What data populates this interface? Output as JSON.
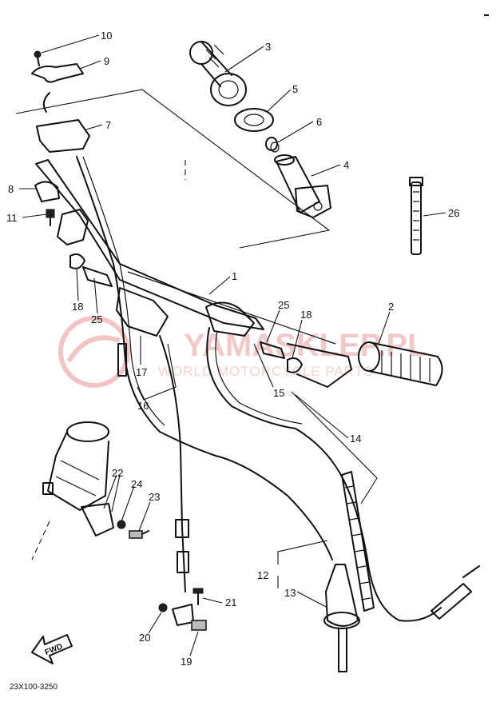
{
  "watermark": {
    "brand": "YAMASKLEP.PL",
    "tagline": "WORLD MOTORCYCLE PARTS"
  },
  "diagram_code": "23X100-3250",
  "fwd_label": "FWD",
  "callouts": {
    "c1": "1",
    "c2": "2",
    "c3": "3",
    "c4": "4",
    "c5": "5",
    "c6": "6",
    "c7": "7",
    "c8": "8",
    "c9": "9",
    "c10": "10",
    "c11": "11",
    "c12": "12",
    "c13": "13",
    "c14": "14",
    "c15": "15",
    "c16": "16",
    "c17": "17",
    "c18a": "18",
    "c18b": "18",
    "c19": "19",
    "c20": "20",
    "c21": "21",
    "c22": "22",
    "c23": "23",
    "c24": "24",
    "c25a": "25",
    "c25b": "25",
    "c26": "26"
  }
}
